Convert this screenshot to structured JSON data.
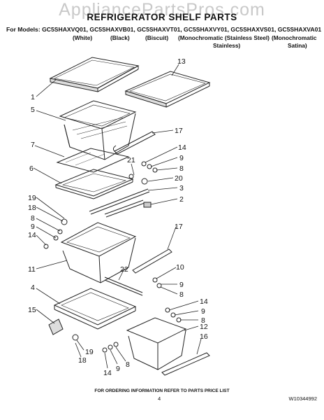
{
  "watermark": "AppliancePartsPros.com",
  "title": "REFRIGERATOR SHELF PARTS",
  "models_line": "For Models: GC5SHAXVQ01, GC5SHAXVB01, GC5SHAXVT01, GC5SHAXVY01, GC5SHAXVS01, GC5SHAXVA01",
  "variants": [
    "(White)",
    "(Black)",
    "(Biscuit)",
    "(Monochromatic (Stainless Steel)",
    "(Monochromatic"
  ],
  "variants_line2": [
    "Stainless)",
    "Satina)"
  ],
  "callouts": {
    "c1": "1",
    "c13": "13",
    "c5": "5",
    "c17a": "17",
    "c14a": "14",
    "c9a": "9",
    "c8a": "8",
    "c7": "7",
    "c21": "21",
    "c20": "20",
    "c6": "6",
    "c3": "3",
    "c2": "2",
    "c19a": "19",
    "c18a": "18",
    "c8b": "8",
    "c9b": "9",
    "c14b": "14",
    "c17b": "17",
    "c11": "11",
    "c10": "10",
    "c22": "22",
    "c9c": "9",
    "c8c": "8",
    "c4": "4",
    "c14c": "14",
    "c9d": "9",
    "c8d": "8",
    "c15": "15",
    "c12": "12",
    "c16": "16",
    "c19b": "19",
    "c18b": "18",
    "c14d": "14",
    "c9e": "9",
    "c8e": "8"
  },
  "footer": "FOR ORDERING INFORMATION REFER TO PARTS PRICE LIST",
  "page_number": "4",
  "doc_number": "W10344992"
}
